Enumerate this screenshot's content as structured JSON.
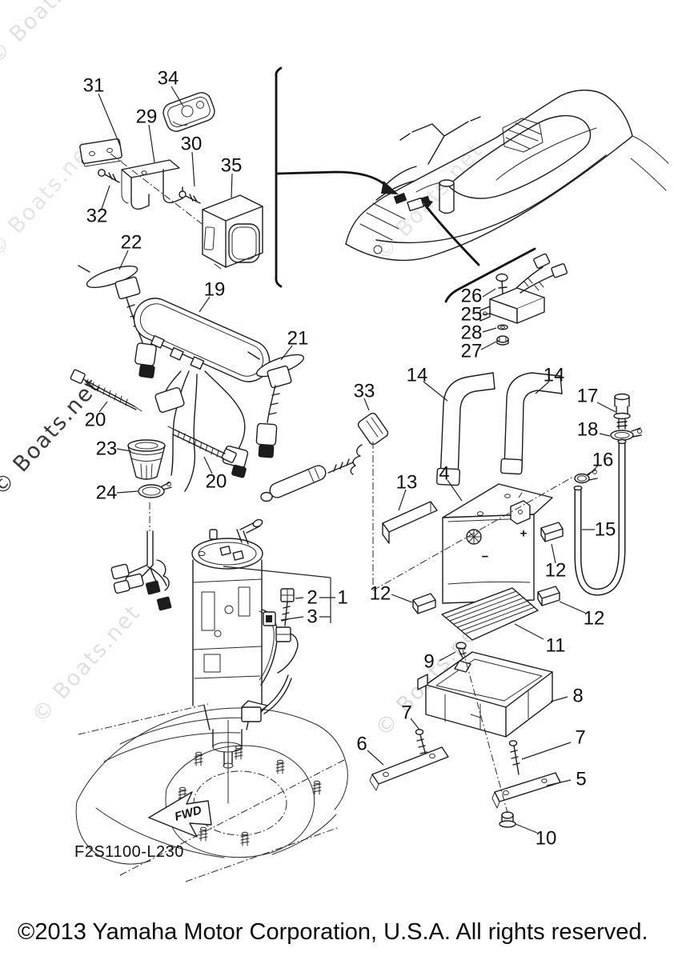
{
  "document": {
    "watermark": "© Boats.net",
    "diagram_code": "F2S1100-L230",
    "fwd_label": "FWD",
    "copyright": "©2013 Yamaha Motor Corporation, U.S.A. All rights reserved."
  },
  "battery": {
    "positive": "+",
    "negative": "−"
  },
  "callouts": {
    "1": "1",
    "2": "2",
    "3": "3",
    "4": "4",
    "5": "5",
    "6": "6",
    "7": "7",
    "8": "8",
    "9": "9",
    "10": "10",
    "11": "11",
    "12": "12",
    "13": "13",
    "14": "14",
    "15": "15",
    "16": "16",
    "17": "17",
    "18": "18",
    "19": "19",
    "20": "20",
    "21": "21",
    "22": "22",
    "23": "23",
    "24": "24",
    "25": "25",
    "26": "26",
    "27": "27",
    "28": "28",
    "29": "29",
    "30": "30",
    "31": "31",
    "32": "32",
    "33": "33",
    "34": "34",
    "35": "35"
  }
}
